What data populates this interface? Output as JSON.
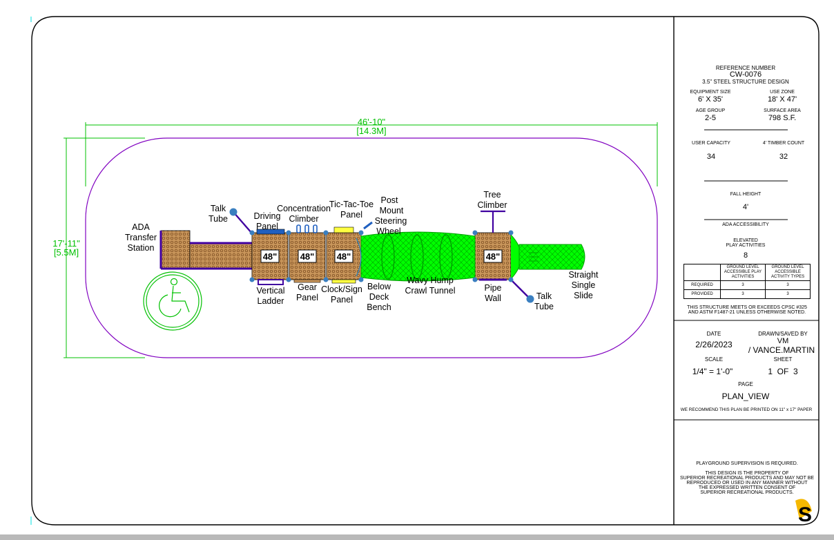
{
  "drawing": {
    "dimensions": {
      "width": "46'-10\"",
      "width_metric": "[14.3M]",
      "depth": "17'-11\"",
      "depth_metric": "[5.5M]"
    },
    "labels": {
      "ada_transfer": [
        "ADA",
        "Transfer",
        "Station"
      ],
      "talk_tube_left": [
        "Talk",
        "Tube"
      ],
      "driving_panel": [
        "Driving",
        "Panel"
      ],
      "concentration_climber": [
        "Concentration",
        "Climber"
      ],
      "tic_tac_toe": [
        "Tic-Tac-Toe",
        "Panel"
      ],
      "post_mount": [
        "Post",
        "Mount",
        "Steering",
        "Wheel"
      ],
      "tree_climber": [
        "Tree",
        "Climber"
      ],
      "vertical_ladder": [
        "Vertical",
        "Ladder"
      ],
      "gear_panel": [
        "Gear",
        "Panel"
      ],
      "clock_sign": [
        "Clock/Sign",
        "Panel"
      ],
      "below_deck_bench": [
        "Below",
        "Deck",
        "Bench"
      ],
      "wavy_hump": [
        "Wavy Hump",
        "Crawl Tunnel"
      ],
      "pipe_wall": [
        "Pipe",
        "Wall"
      ],
      "talk_tube_right": [
        "Talk",
        "Tube"
      ],
      "straight_slide": [
        "Straight",
        "Single",
        "Slide"
      ]
    },
    "decks": [
      "48\"",
      "48\"",
      "48\"",
      "48\""
    ],
    "colors": {
      "border": "#8000c0",
      "dimension": "#00c000",
      "tunnel": "#00ff00",
      "deck_fill": "#c8955a",
      "post": "#3a7fc0",
      "frame": "#000000"
    }
  },
  "title_block": {
    "reference_label": "REFERENCE NUMBER",
    "reference_number": "CW-0076",
    "design": "3.5\" STEEL STRUCTURE DESIGN",
    "equipment_size_label": "EQUIPMENT SIZE",
    "equipment_size": "6' X 35'",
    "use_zone_label": "USE ZONE",
    "use_zone": "18' X 47'",
    "age_group_label": "AGE GROUP",
    "age_group": "2-5",
    "surface_area_label": "SURFACE AREA",
    "surface_area": "798 S.F.",
    "user_capacity_label": "USER CAPACITY",
    "user_capacity": "34",
    "timber_count_label": "4' TIMBER COUNT",
    "timber_count": "32",
    "fall_height_label": "FALL HEIGHT",
    "fall_height": "4'",
    "ada_label": "ADA ACCESSIBILITY",
    "elevated_label": [
      "ELEVATED",
      "PLAY ACTIVITIES"
    ],
    "elevated_value": "8",
    "table": {
      "headers": [
        "",
        "GROUND LEVEL ACCESSIBLE PLAY ACTIVITIES",
        "GROUND LEVEL ACCESSIBLE ACTIVITY TYPES"
      ],
      "rows": [
        [
          "REQUIRED",
          "3",
          "3"
        ],
        [
          "PROVIDED",
          "3",
          "3"
        ]
      ]
    },
    "compliance": [
      "THIS STRUCTURE MEETS OR EXCEEDS CPSC #325",
      "AND ASTM F1487-21 UNLESS OTHERWISE NOTED."
    ],
    "date_label": "DATE",
    "date": "2/26/2023",
    "drawn_label": "DRAWN/SAVED BY",
    "drawn_by": "VM",
    "saved_by": "/ VANCE.MARTIN",
    "scale_label": "SCALE",
    "scale": "1/4\" = 1'-0\"",
    "sheet_label": "SHEET",
    "sheet": "1  OF  3",
    "page_label": "PAGE",
    "page": "PLAN_VIEW",
    "print_note": "WE RECOMMEND THIS PLAN BE PRINTED ON 11\" x 17\" PAPER",
    "supervision": "PLAYGROUND SUPERVISION IS REQUIRED.",
    "property": [
      "THIS DESIGN IS THE PROPERTY OF",
      "SUPERIOR RECREATIONAL PRODUCTS AND MAY NOT BE",
      "REPRODUCED OR USED IN ANY MANNER WITHOUT",
      "THE EXPRESSED WRITTEN CONSENT OF",
      "SUPERIOR RECREATIONAL PRODUCTS."
    ],
    "logo": "S"
  }
}
